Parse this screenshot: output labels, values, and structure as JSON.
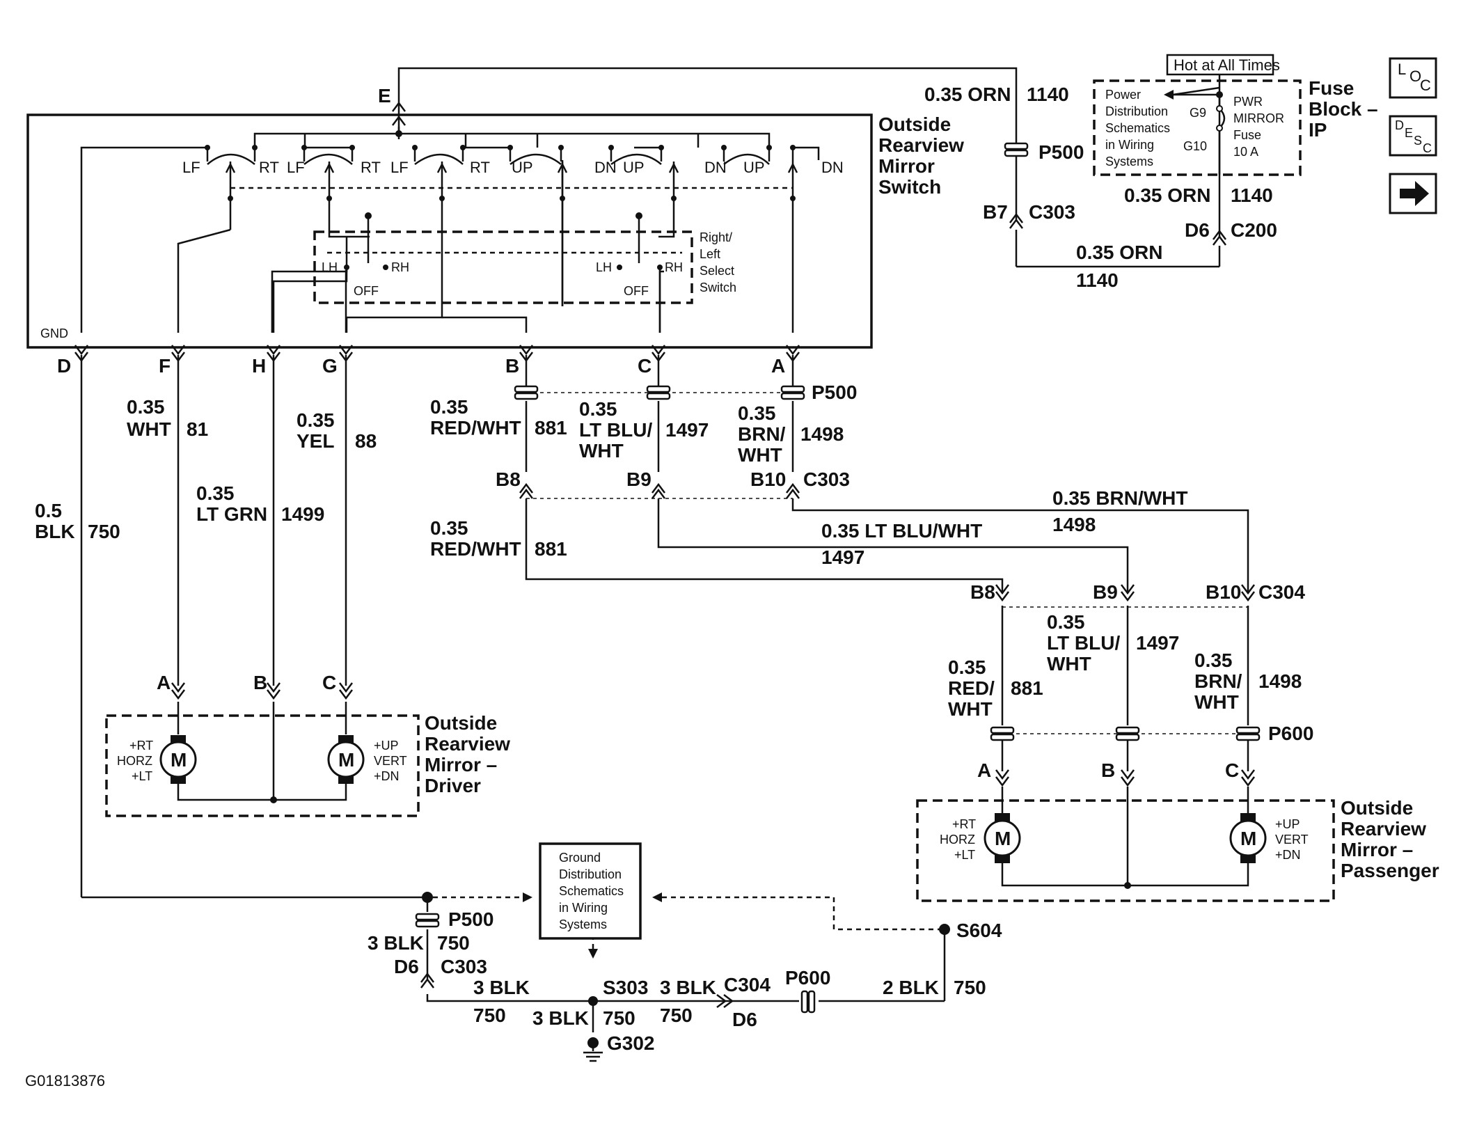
{
  "figure_id": "G01813876",
  "components": {
    "switch_label": [
      "Outside",
      "Rearview",
      "Mirror",
      "Switch"
    ],
    "fuse_block_label": [
      "Fuse",
      "Block –",
      "IP"
    ],
    "hot_at_all_times": "Hot at All Times",
    "power_ref": [
      "Power",
      "Distribution",
      "Schematics",
      "in Wiring",
      "Systems"
    ],
    "fuse": {
      "pin_in": "G9",
      "pin_out": "G10",
      "name": [
        "PWR",
        "MIRROR",
        "Fuse",
        "10 A"
      ]
    },
    "select_switch_label": [
      "Right/",
      "Left",
      "Select",
      "Switch"
    ],
    "driver_mirror_label": [
      "Outside",
      "Rearview",
      "Mirror –",
      "Driver"
    ],
    "passenger_mirror_label": [
      "Outside",
      "Rearview",
      "Mirror –",
      "Passenger"
    ],
    "ground_ref": [
      "Ground",
      "Distribution",
      "Schematics",
      "in Wiring",
      "Systems"
    ],
    "motor_letter": "M",
    "horz_motor": [
      "+RT",
      "HORZ",
      "+LT"
    ],
    "vert_motor": [
      "+UP",
      "VERT",
      "+DN"
    ]
  },
  "nav_buttons": {
    "loc": [
      "L",
      "O",
      "C"
    ],
    "desc": [
      "D",
      "E",
      "S",
      "C"
    ],
    "arrow": "➡"
  },
  "switch_positions": [
    "LF",
    "RT",
    "LF",
    "RT",
    "LF",
    "RT",
    "UP",
    "DN",
    "UP",
    "DN",
    "UP",
    "DN"
  ],
  "select_positions": {
    "lh": "LH",
    "rh": "RH",
    "off": "OFF",
    "gnd": "GND"
  },
  "switch_terminals": [
    "E",
    "D",
    "F",
    "H",
    "G",
    "B",
    "C",
    "A"
  ],
  "driver_terminals": [
    "A",
    "B",
    "C"
  ],
  "passenger_terminals": [
    "A",
    "B",
    "C"
  ],
  "connectors": {
    "p500": "P500",
    "c303": "C303",
    "c200": "C200",
    "c304": "C304",
    "p600": "P600",
    "s303": "S303",
    "s604": "S604",
    "g302": "G302",
    "b7": "B7",
    "d6": "D6",
    "b8": "B8",
    "b9": "B9",
    "b10": "B10"
  },
  "wires": {
    "orn_gauge": "0.35 ORN",
    "orn_circuit": "1140",
    "wht_gauge": "0.35",
    "wht_color": "WHT",
    "wht_circuit": "81",
    "ltgrn_gauge": "0.35",
    "ltgrn_color": "LT GRN",
    "ltgrn_circuit": "1499",
    "yel_gauge": "0.35",
    "yel_color": "YEL",
    "yel_circuit": "88",
    "blk_gauge": "0.5",
    "blk_color": "BLK",
    "blk_circuit": "750",
    "redwht_gauge": "0.35",
    "redwht_color": "RED/WHT",
    "redwht_color_a": "RED/",
    "redwht_color_b": "WHT",
    "redwht_circuit": "881",
    "ltbluwht_gauge": "0.35",
    "ltbluwht_color_a": "LT BLU/",
    "ltbluwht_color_b": "WHT",
    "ltbluwht_full": "0.35 LT BLU/WHT",
    "ltbluwht_circuit": "1497",
    "brnwht_gauge": "0.35",
    "brnwht_color_a": "BRN/",
    "brnwht_color_b": "WHT",
    "brnwht_full": "0.35 BRN/WHT",
    "brnwht_circuit": "1498",
    "blk3": "3 BLK",
    "blk2": "2 BLK",
    "gnd_circuit": "750"
  }
}
